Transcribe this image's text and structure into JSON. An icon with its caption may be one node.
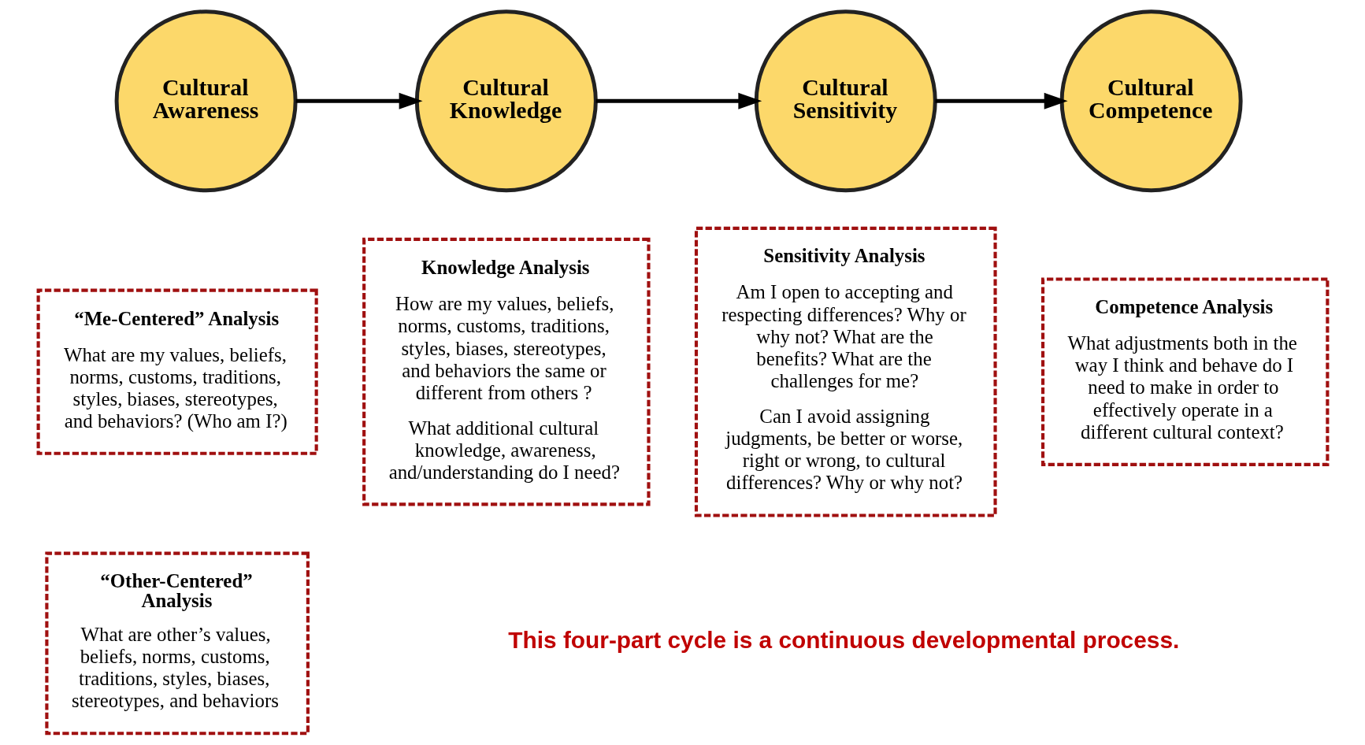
{
  "diagram": {
    "nodes": [
      {
        "text": [
          "Cultural Awareness"
        ]
      },
      {
        "text": [
          "Cultural Knowledge"
        ]
      },
      {
        "text": [
          "Cultural Sensitivity"
        ]
      },
      {
        "text": [
          "Cultural Competence"
        ]
      },
      {
        "text": [
          "“Me-Centered” Analysis",
          "What are my values, beliefs, norms, customs, traditions, styles, biases, stereotypes, and behaviors? (Who am I?)"
        ]
      },
      {
        "text": [
          "“Other-Centered” Analysis",
          "What are other’s values, beliefs, norms, customs, traditions, styles, biases, stereotypes, and behaviors"
        ]
      },
      {
        "text": [
          "Knowledge Analysis",
          "How are my values, beliefs, norms, customs, traditions, styles, biases, stereotypes, and behaviors the same or different from others ?",
          "What additional cultural knowledge, awareness, and/understanding do I need?"
        ]
      },
      {
        "text": [
          "Sensitivity Analysis",
          "Am I open to accepting and respecting differences? Why or why not? What are the benefits? What are the challenges for me?",
          "Can I avoid assigning judgments, be better or worse, right or wrong, to cultural differences? Why or why not?"
        ]
      },
      {
        "text": [
          "Competence Analysis",
          "What adjustments both in the way I think and behave do I need to make in order to effectively operate in a different cultural context?"
        ]
      }
    ],
    "edges": [
      {
        "from": 0,
        "to": 1,
        "arrow": "to"
      },
      {
        "from": 1,
        "to": 2,
        "arrow": "to"
      },
      {
        "from": 2,
        "to": 3,
        "arrow": "to"
      }
    ],
    "labels": [
      "This four-part cycle is a continuous developmental process."
    ]
  }
}
